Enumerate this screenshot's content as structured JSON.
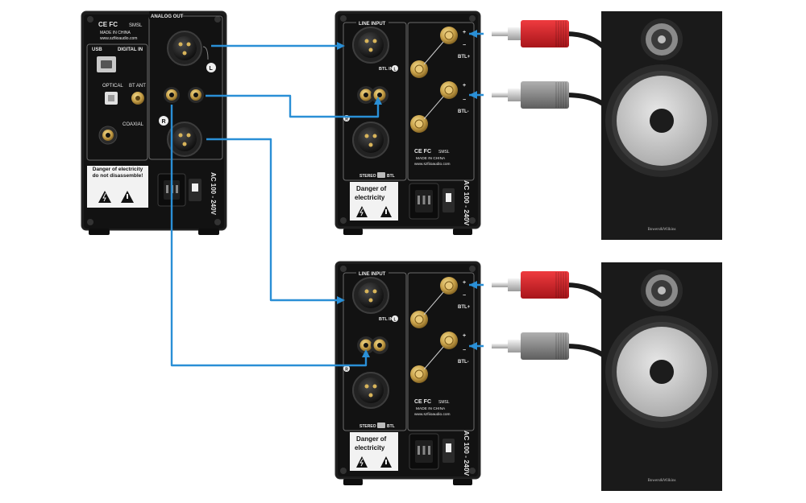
{
  "colors": {
    "cable": "#2a8fd6",
    "chassis": "#1b1b1b",
    "panel": "#111111",
    "gold": "#c9a24a",
    "rca_red": "#d9232a",
    "rca_grey": "#8a8a8a",
    "speaker_body": "#1a1a1a",
    "woofer": "#c7c7c7"
  },
  "dac": {
    "ce_fcc": "CE FC",
    "brand_mark": "SMSL",
    "made_in": "MADE IN CHINA",
    "website": "www.szfiioaudio.com",
    "usb_label": "USB",
    "digital_in_label": "DIGITAL IN",
    "analog_out_label": "ANALOG OUT",
    "optical_label": "OPTICAL",
    "bt_ant_label": "BT ANT",
    "coaxial_label": "COAXIAL",
    "l_label": "L",
    "r_label": "R",
    "warning_text": "Danger of electricity do not disassemble!",
    "ac_label": "AC 100 - 240V"
  },
  "amps": [
    {
      "line_input_label": "LINE INPUT",
      "btl_in_label": "BTL IN",
      "l_mark": "L",
      "r_mark": "R",
      "btl_plus": "BTL+",
      "btl_minus": "BTL-",
      "plus": "+",
      "minus": "−",
      "ce_fcc": "CE FC",
      "brand_mark": "SMSL",
      "made_in": "MADE IN CHINA",
      "website": "www.szfiioaudio.com",
      "stereo_label": "STEREO",
      "btl_label": "BTL",
      "warning_line1": "Danger of",
      "warning_line2": "electricity",
      "ac_label": "AC 100 - 240V"
    },
    {
      "line_input_label": "LINE INPUT",
      "btl_in_label": "BTL IN",
      "l_mark": "L",
      "r_mark": "R",
      "btl_plus": "BTL+",
      "btl_minus": "BTL-",
      "plus": "+",
      "minus": "−",
      "ce_fcc": "CE FC",
      "brand_mark": "SMSL",
      "made_in": "MADE IN CHINA",
      "website": "www.szfiioaudio.com",
      "stereo_label": "STEREO",
      "btl_label": "BTL",
      "warning_line1": "Danger of",
      "warning_line2": "electricity",
      "ac_label": "AC 100 - 240V"
    }
  ],
  "speakers": [
    {
      "brand": "Bowers&Wilkins"
    },
    {
      "brand": "Bowers&Wilkins"
    }
  ]
}
